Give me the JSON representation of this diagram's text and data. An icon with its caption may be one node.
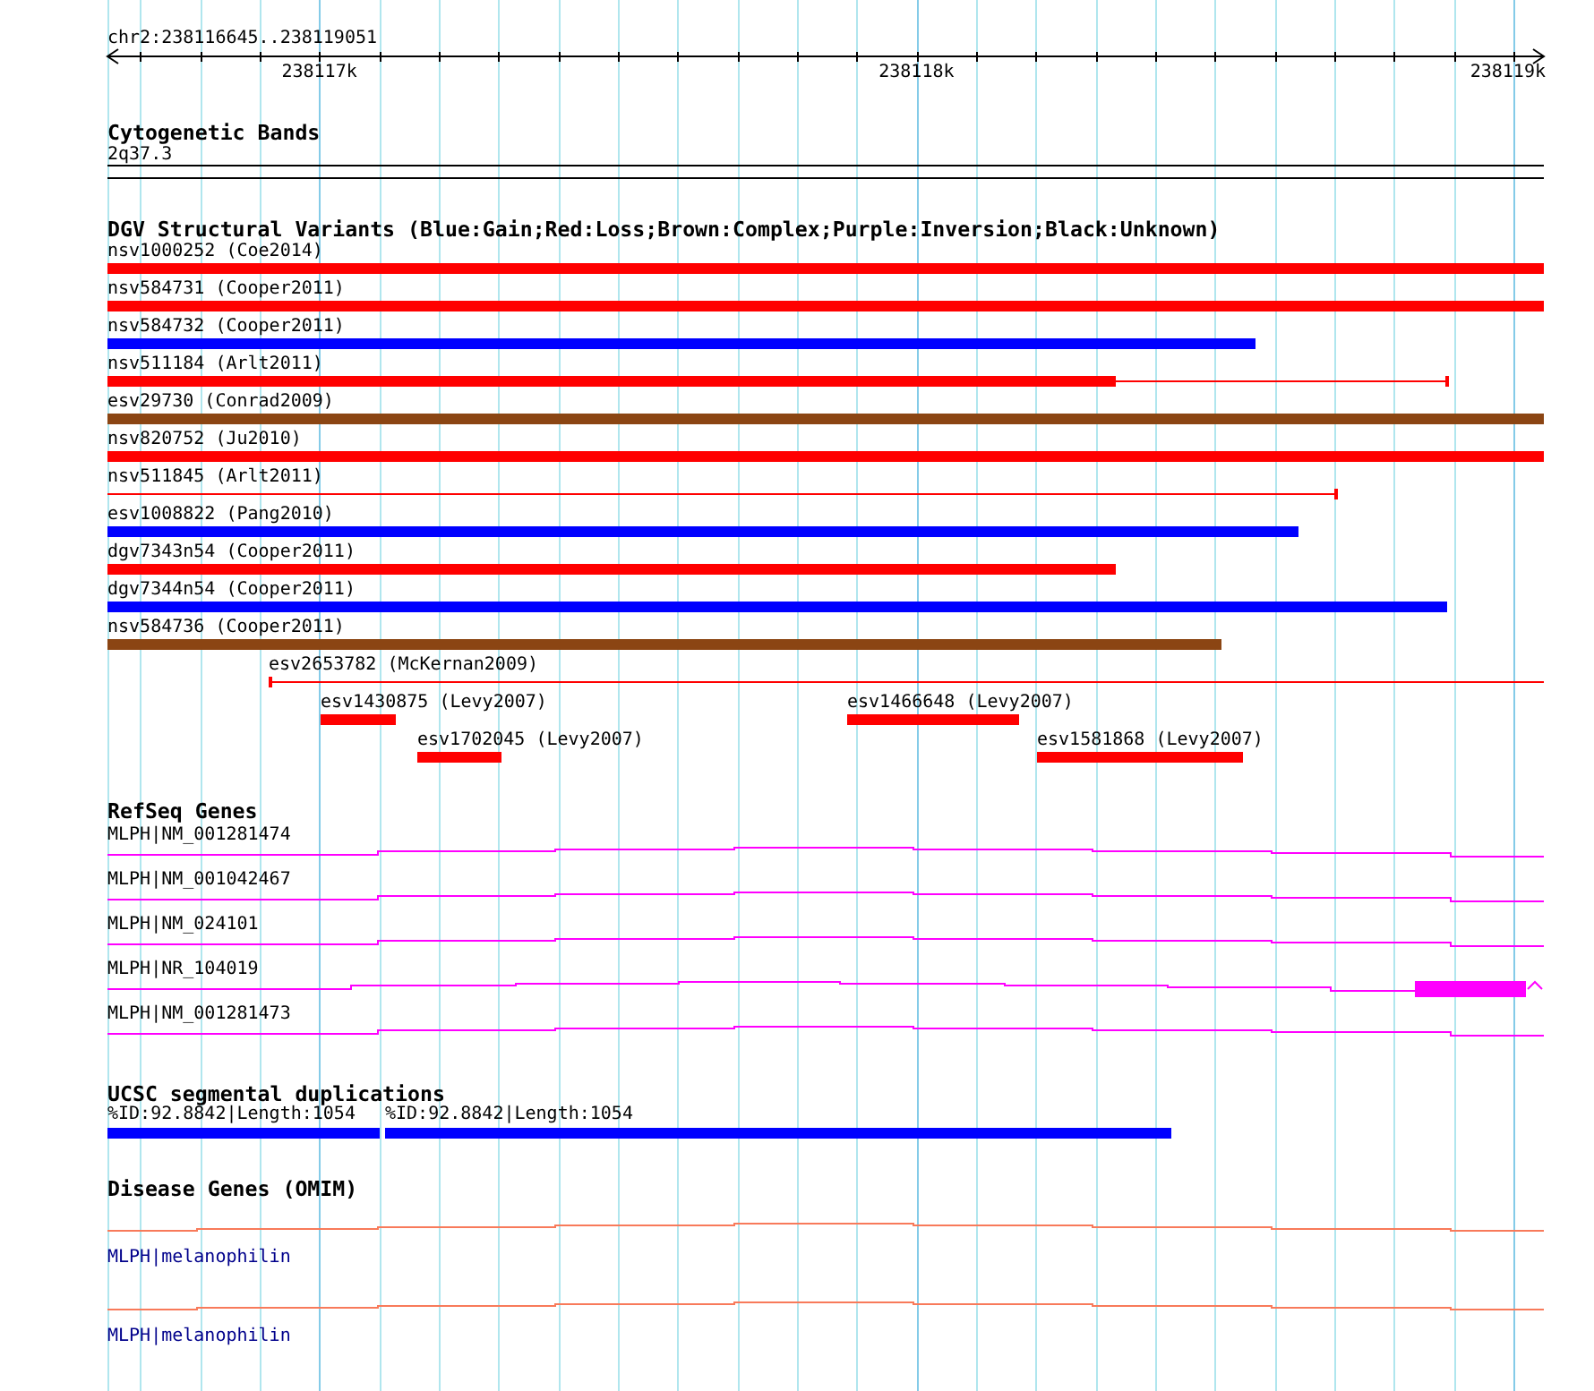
{
  "diagram": {
    "nodes": [
      {
        "text": [
          "2q37.3"
        ]
      },
      {
        "text": [
          "nsv1000252 (Coe2014)"
        ]
      },
      {
        "text": [
          "nsv584731 (Cooper2011)"
        ]
      },
      {
        "text": [
          "nsv584732 (Cooper2011)"
        ]
      },
      {
        "text": [
          "nsv511184 (Arlt2011)"
        ]
      },
      {
        "text": [
          "esv29730 (Conrad2009)"
        ]
      },
      {
        "text": [
          "nsv820752 (Ju2010)"
        ]
      },
      {
        "text": [
          "nsv511845 (Arlt2011)"
        ]
      },
      {
        "text": [
          "esv1008822 (Pang2010)"
        ]
      },
      {
        "text": [
          "dgv7343n54 (Cooper2011)"
        ]
      },
      {
        "text": [
          "dgv7344n54 (Cooper2011)"
        ]
      },
      {
        "text": [
          "nsv584736 (Cooper2011)"
        ]
      },
      {
        "text": [
          "esv2653782 (McKernan2009)"
        ]
      },
      {
        "text": [
          "esv1430875 (Levy2007)"
        ]
      },
      {
        "text": [
          "esv1466648 (Levy2007)"
        ]
      },
      {
        "text": [
          "esv1702045 (Levy2007)"
        ]
      },
      {
        "text": [
          "esv1581868 (Levy2007)"
        ]
      },
      {
        "text": [
          "MLPH|NM_001281474"
        ]
      },
      {
        "text": [
          "MLPH|NM_001042467"
        ]
      },
      {
        "text": [
          "MLPH|NM_024101"
        ]
      },
      {
        "text": [
          "MLPH|NR_104019"
        ]
      },
      {
        "text": [
          "MLPH|NM_001281473"
        ]
      },
      {
        "text": [
          "%ID:92.8842|Length:1054"
        ]
      },
      {
        "text": [
          "%ID:92.8842|Length:1054"
        ]
      },
      {
        "text": [
          "MLPH|melanophilin"
        ]
      },
      {
        "text": [
          "MLPH|melanophilin"
        ]
      }
    ],
    "labels": [
      "chr2:238116645..238119051",
      "238117k",
      "238118k",
      "238119k",
      "Cytogenetic Bands",
      "DGV Structural Variants (Blue:Gain;Red:Loss;Brown:Complex;Purple:Inversion;Black:Unknown)",
      "RefSeq Genes",
      "UCSC segmental duplications",
      "Disease Genes (OMIM)"
    ]
  }
}
